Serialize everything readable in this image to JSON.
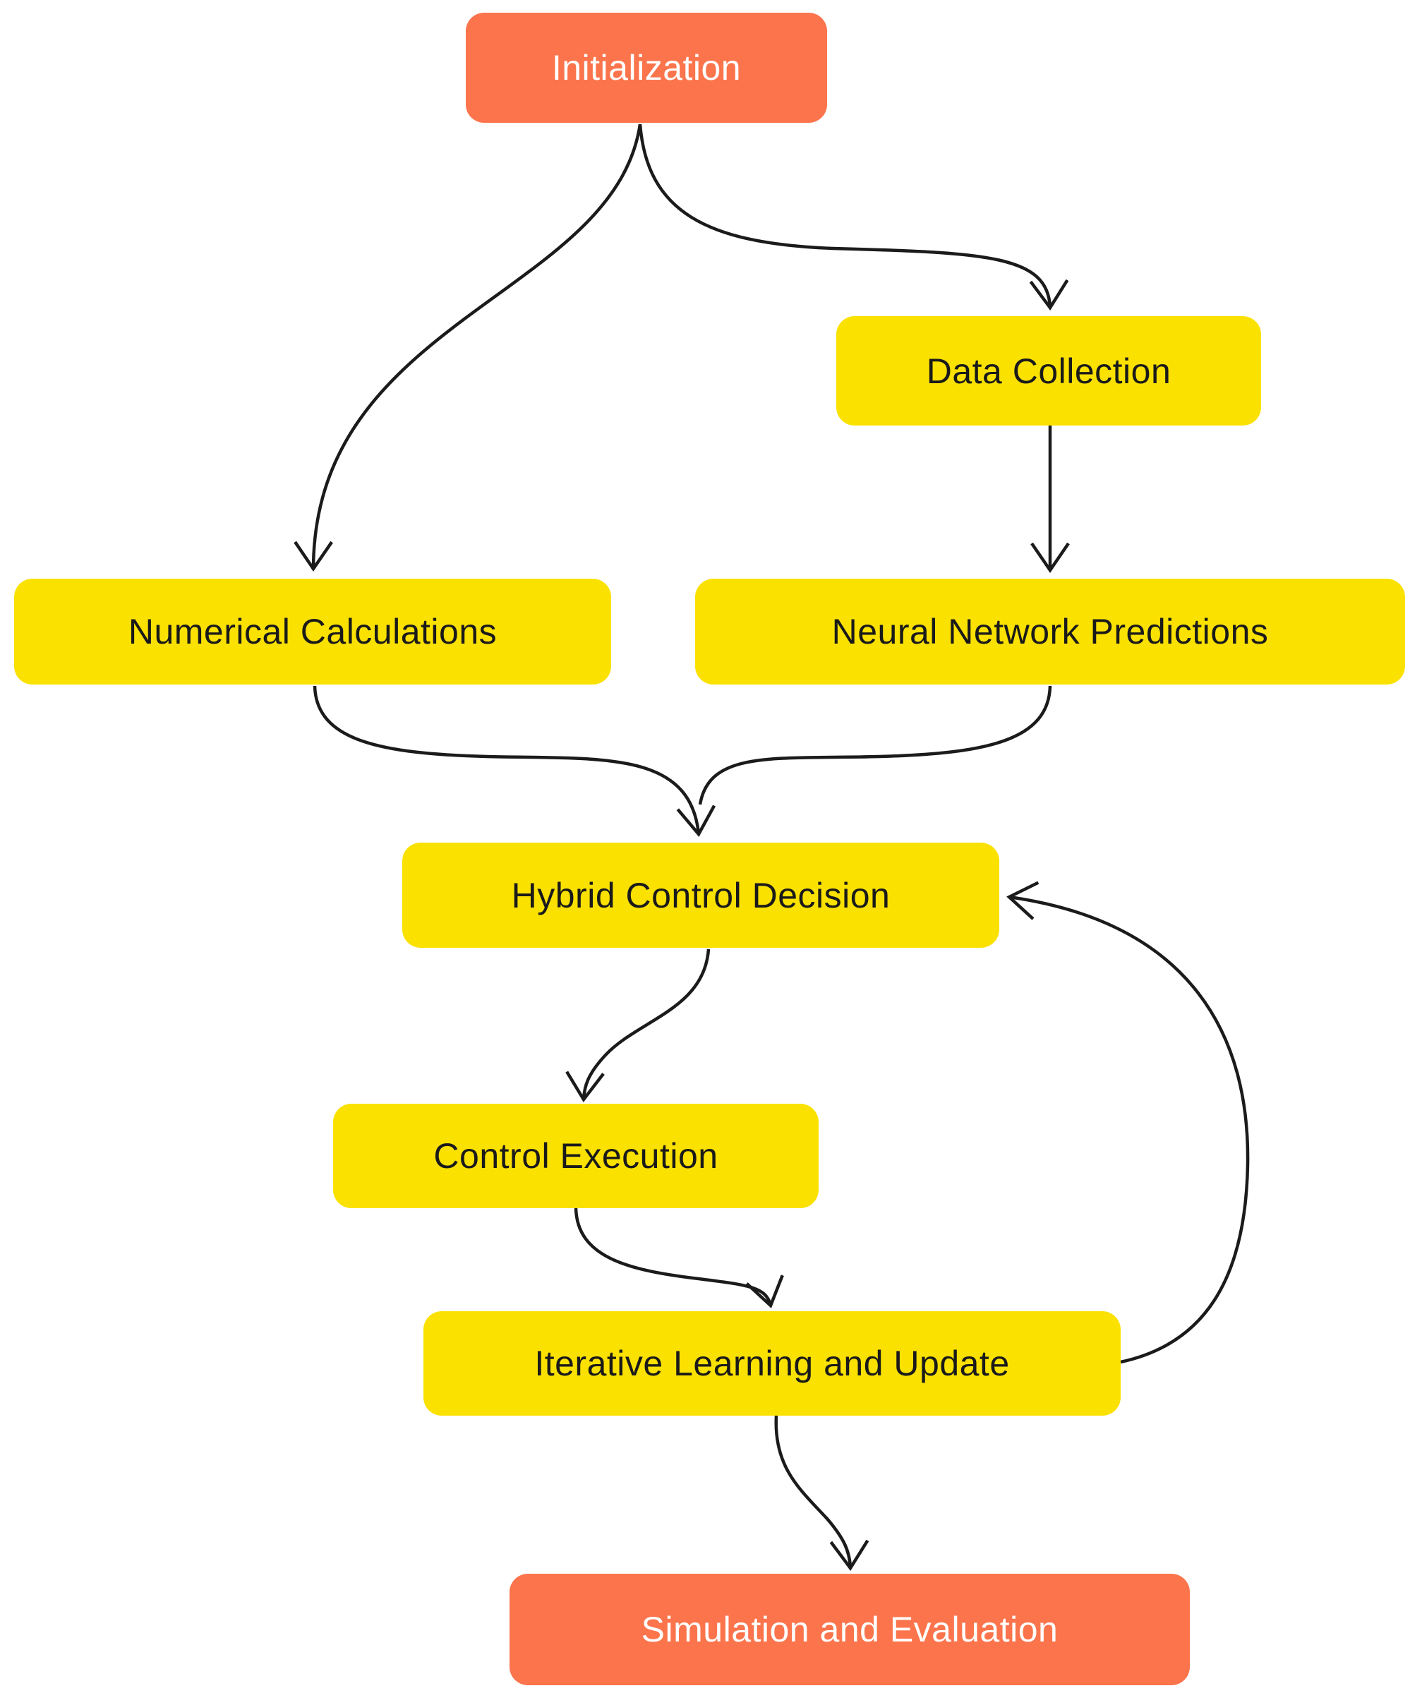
{
  "diagram": {
    "type": "flowchart",
    "background_color": "#FFFFFF",
    "colors": {
      "terminal_node_fill": "#FB744C",
      "terminal_node_text": "#FFFFFF",
      "process_node_fill": "#FAE100",
      "process_node_text": "#1A1A1A",
      "edge_stroke": "#1B1B1B"
    },
    "nodes": {
      "initialization": {
        "label": "Initialization",
        "type": "terminal"
      },
      "data_collection": {
        "label": "Data Collection",
        "type": "process"
      },
      "numerical_calculations": {
        "label": "Numerical Calculations",
        "type": "process"
      },
      "neural_network_predictions": {
        "label": "Neural Network Predictions",
        "type": "process"
      },
      "hybrid_control_decision": {
        "label": "Hybrid Control Decision",
        "type": "process"
      },
      "control_execution": {
        "label": "Control Execution",
        "type": "process"
      },
      "iterative_learning_and_update": {
        "label": "Iterative Learning and Update",
        "type": "process"
      },
      "simulation_and_evaluation": {
        "label": "Simulation and Evaluation",
        "type": "terminal"
      }
    },
    "edges": [
      {
        "from": "initialization",
        "to": "numerical_calculations"
      },
      {
        "from": "initialization",
        "to": "data_collection"
      },
      {
        "from": "data_collection",
        "to": "neural_network_predictions"
      },
      {
        "from": "numerical_calculations",
        "to": "hybrid_control_decision"
      },
      {
        "from": "neural_network_predictions",
        "to": "hybrid_control_decision"
      },
      {
        "from": "hybrid_control_decision",
        "to": "control_execution"
      },
      {
        "from": "control_execution",
        "to": "iterative_learning_and_update"
      },
      {
        "from": "iterative_learning_and_update",
        "to": "hybrid_control_decision"
      },
      {
        "from": "iterative_learning_and_update",
        "to": "simulation_and_evaluation"
      }
    ]
  }
}
